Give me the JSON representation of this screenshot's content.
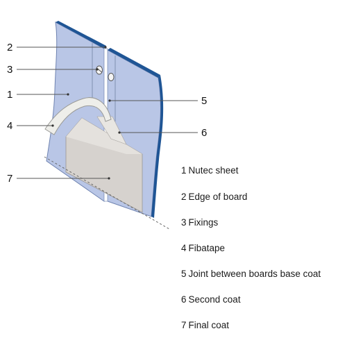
{
  "diagram": {
    "callouts": [
      {
        "id": "1",
        "label": "1"
      },
      {
        "id": "2",
        "label": "2"
      },
      {
        "id": "3",
        "label": "3"
      },
      {
        "id": "4",
        "label": "4"
      },
      {
        "id": "5",
        "label": "5"
      },
      {
        "id": "6",
        "label": "6"
      },
      {
        "id": "7",
        "label": "7"
      }
    ],
    "legend": [
      {
        "num": "1",
        "text": "Nutec sheet"
      },
      {
        "num": "2",
        "text": "Edge of board"
      },
      {
        "num": "3",
        "text": "Fixings"
      },
      {
        "num": "4",
        "text": "Fibatape"
      },
      {
        "num": "5",
        "text": "Joint between boards base coat"
      },
      {
        "num": "6",
        "text": "Second coat"
      },
      {
        "num": "7",
        "text": "Final coat"
      }
    ],
    "colors": {
      "board_face": "#b9c6e6",
      "board_edge": "#1f5595",
      "tape": "#eeeeea",
      "coat": "#d6d2ce",
      "line": "#555555"
    }
  }
}
